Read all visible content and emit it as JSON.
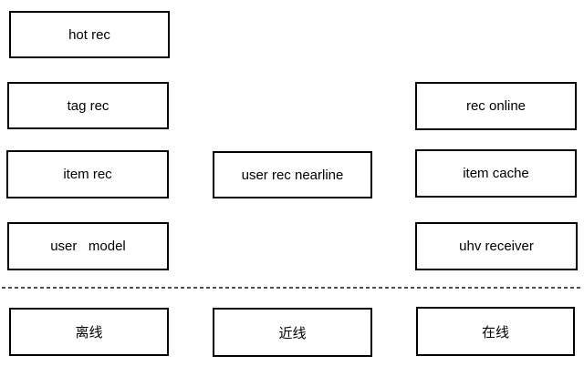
{
  "diagram": {
    "nodes": {
      "hot_rec": "hot rec",
      "tag_rec": "tag rec",
      "item_rec": "item rec",
      "user_model": "user   model",
      "user_rec_nearline": "user rec nearline",
      "rec_online": "rec online",
      "item_cache": "item cache",
      "uhv_receiver": "uhv receiver"
    },
    "lanes": {
      "offline": "离线",
      "nearline": "近线",
      "online": "在线"
    },
    "colors": {
      "box_border": "#000000",
      "box_fill": "#ffffff",
      "text": "#000000",
      "divider": "#4d4d4d",
      "background": "#ffffff"
    }
  }
}
